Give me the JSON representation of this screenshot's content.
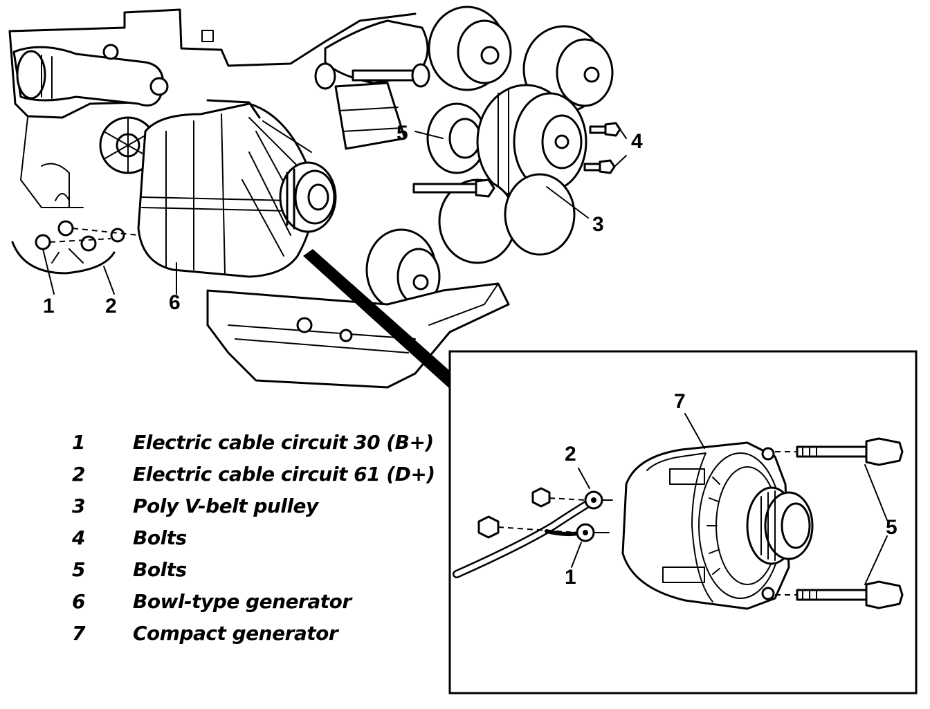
{
  "diagram": {
    "callouts": {
      "main_1": "1",
      "main_2": "2",
      "main_3": "3",
      "main_4": "4",
      "main_5": "5",
      "main_6": "6",
      "inset_1": "1",
      "inset_2": "2",
      "inset_5": "5",
      "inset_7": "7"
    },
    "legend": [
      {
        "num": "1",
        "text": "Electric cable circuit 30 (B+)"
      },
      {
        "num": "2",
        "text": "Electric cable circuit 61 (D+)"
      },
      {
        "num": "3",
        "text": "Poly V-belt pulley"
      },
      {
        "num": "4",
        "text": "Bolts"
      },
      {
        "num": "5",
        "text": "Bolts"
      },
      {
        "num": "6",
        "text": "Bowl-type generator"
      },
      {
        "num": "7",
        "text": "Compact generator"
      }
    ]
  }
}
